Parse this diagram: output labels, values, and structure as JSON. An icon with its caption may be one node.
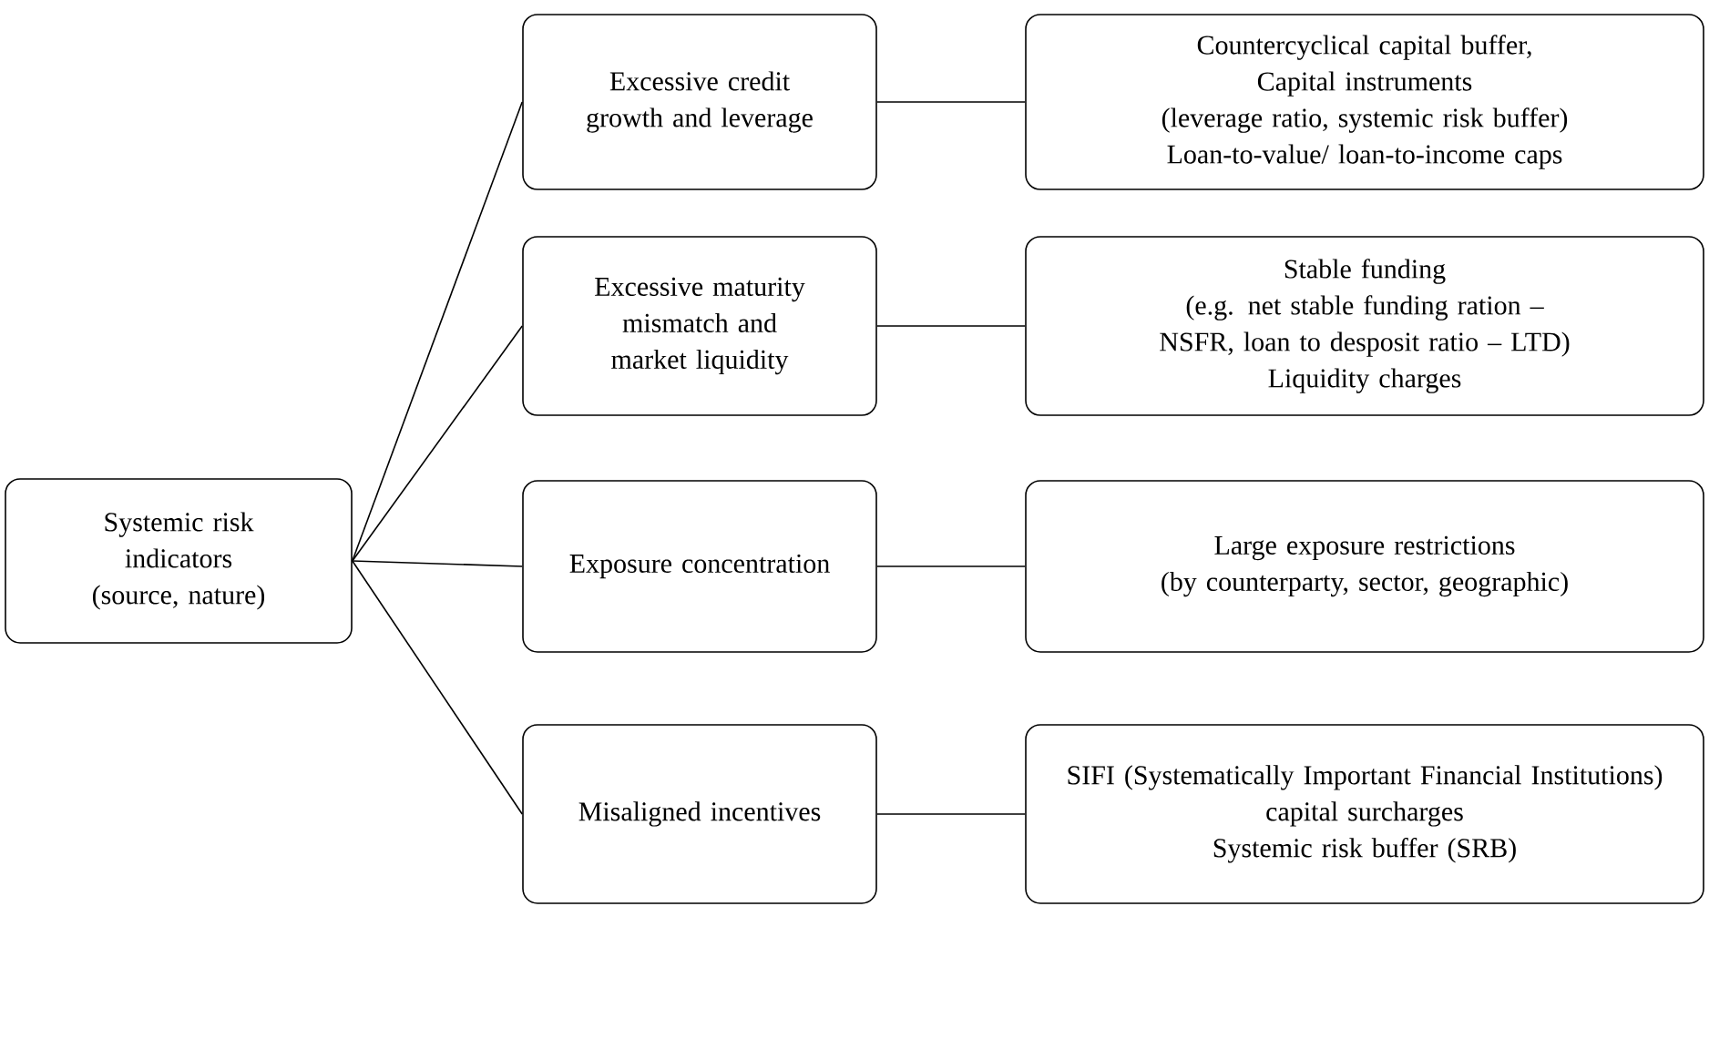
{
  "diagram": {
    "nodes": [
      {
        "text": [
          "Systemic risk indicators (source, nature)"
        ]
      },
      {
        "text": [
          "Excessive credit growth and leverage"
        ]
      },
      {
        "text": [
          "Excessive maturity mismatch and market liquidity"
        ]
      },
      {
        "text": [
          "Exposure concentration"
        ]
      },
      {
        "text": [
          "Misaligned incentives"
        ]
      },
      {
        "text": [
          "Countercyclical capital buffer,",
          "Capital instruments",
          "(leverage ratio, systemic risk buffer)",
          "Loan-to-value/ loan-to-income caps"
        ]
      },
      {
        "text": [
          "Stable funding",
          "(e.g. net stable funding ration – NSFR, loan to desposit ratio – LTD)",
          "Liquidity charges"
        ]
      },
      {
        "text": [
          "Large exposure restrictions",
          "(by counterparty, sector, geographic)"
        ]
      },
      {
        "text": [
          "SIFI (Systematically Important Financial Institutions)",
          "capital surcharges",
          "Systemic risk buffer (SRB)"
        ]
      }
    ],
    "edges": [
      {
        "from": 0,
        "to": 1,
        "arrow": "none"
      },
      {
        "from": 0,
        "to": 2,
        "arrow": "none"
      },
      {
        "from": 0,
        "to": 3,
        "arrow": "none"
      },
      {
        "from": 0,
        "to": 4,
        "arrow": "none"
      },
      {
        "from": 1,
        "to": 5,
        "arrow": "none"
      },
      {
        "from": 2,
        "to": 6,
        "arrow": "none"
      },
      {
        "from": 3,
        "to": 7,
        "arrow": "none"
      },
      {
        "from": 4,
        "to": 8,
        "arrow": "none"
      }
    ]
  }
}
